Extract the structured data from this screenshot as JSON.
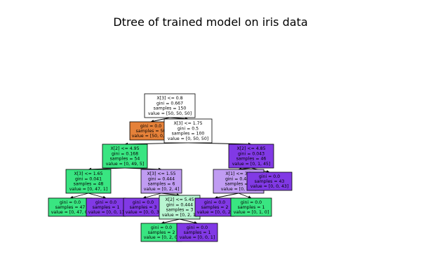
{
  "title": "Dtree of trained model on iris data",
  "colors": {
    "setosa": "#e58139",
    "versicolor_strong": "#39e581",
    "versicolor_light": "#b8f5d1",
    "virginica_strong": "#8139e5",
    "virginica_light": "#c09cf2",
    "neutral": "#ffffff",
    "edge": "#000000"
  },
  "tree": {
    "nodes": [
      {
        "id": "n0",
        "lines": [
          "X[3] <= 0.8",
          "gini = 0.667",
          "samples = 150",
          "value = [50, 50, 50]"
        ],
        "fill": "neutral"
      },
      {
        "id": "n1",
        "lines": [
          "gini = 0.0",
          "samples = 50",
          "value = [50, 0, 0]"
        ],
        "fill": "setosa"
      },
      {
        "id": "n2",
        "lines": [
          "X[3] <= 1.75",
          "gini = 0.5",
          "samples = 100",
          "value = [0, 50, 50]"
        ],
        "fill": "neutral"
      },
      {
        "id": "n3",
        "lines": [
          "X[2] <= 4.95",
          "gini = 0.168",
          "samples = 54",
          "value = [0, 49, 5]"
        ],
        "fill": "versicolor_strong"
      },
      {
        "id": "n4",
        "lines": [
          "X[2] <= 4.85",
          "gini = 0.043",
          "samples = 46",
          "value = [0, 1, 45]"
        ],
        "fill": "virginica_strong"
      },
      {
        "id": "n5",
        "lines": [
          "X[3] <= 1.65",
          "gini = 0.041",
          "samples = 48",
          "value = [0, 47, 1]"
        ],
        "fill": "versicolor_strong"
      },
      {
        "id": "n6",
        "lines": [
          "X[3] <= 1.55",
          "gini = 0.444",
          "samples = 6",
          "value = [0, 2, 4]"
        ],
        "fill": "virginica_light"
      },
      {
        "id": "n7",
        "lines": [
          "X[1] <= 3.1",
          "gini = 0.444",
          "samples = 3",
          "value = [0, 1, 2]"
        ],
        "fill": "virginica_light"
      },
      {
        "id": "n8",
        "lines": [
          "gini = 0.0",
          "samples = 43",
          "value = [0, 0, 43]"
        ],
        "fill": "virginica_strong"
      },
      {
        "id": "n9",
        "lines": [
          "gini = 0.0",
          "samples = 47",
          "value = [0, 47, 0]"
        ],
        "fill": "versicolor_strong"
      },
      {
        "id": "n10",
        "lines": [
          "gini = 0.0",
          "samples = 1",
          "value = [0, 0, 1]"
        ],
        "fill": "virginica_strong"
      },
      {
        "id": "n11",
        "lines": [
          "gini = 0.0",
          "samples = 3",
          "value = [0, 0, 3]"
        ],
        "fill": "virginica_strong"
      },
      {
        "id": "n12",
        "lines": [
          "X[2] <= 5.45",
          "gini = 0.444",
          "samples = 3",
          "value = [0, 2, 1]"
        ],
        "fill": "versicolor_light"
      },
      {
        "id": "n13",
        "lines": [
          "gini = 0.0",
          "samples = 2",
          "value = [0, 0, 2]"
        ],
        "fill": "virginica_strong"
      },
      {
        "id": "n14",
        "lines": [
          "gini = 0.0",
          "samples = 1",
          "value = [0, 1, 0]"
        ],
        "fill": "versicolor_strong"
      },
      {
        "id": "n15",
        "lines": [
          "gini = 0.0",
          "samples = 2",
          "value = [0, 2, 0]"
        ],
        "fill": "versicolor_strong"
      },
      {
        "id": "n16",
        "lines": [
          "gini = 0.0",
          "samples = 1",
          "value = [0, 0, 1]"
        ],
        "fill": "virginica_strong"
      }
    ],
    "edges": [
      [
        "n0",
        "n1"
      ],
      [
        "n0",
        "n2"
      ],
      [
        "n2",
        "n3"
      ],
      [
        "n2",
        "n4"
      ],
      [
        "n3",
        "n5"
      ],
      [
        "n3",
        "n6"
      ],
      [
        "n4",
        "n7"
      ],
      [
        "n4",
        "n8"
      ],
      [
        "n5",
        "n9"
      ],
      [
        "n5",
        "n10"
      ],
      [
        "n6",
        "n11"
      ],
      [
        "n6",
        "n12"
      ],
      [
        "n7",
        "n13"
      ],
      [
        "n7",
        "n14"
      ],
      [
        "n12",
        "n15"
      ],
      [
        "n12",
        "n16"
      ]
    ]
  }
}
